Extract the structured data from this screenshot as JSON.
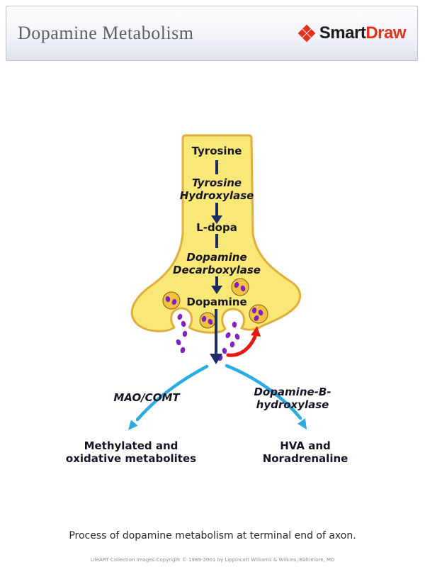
{
  "header": {
    "title": "Dopamine Metabolism",
    "logo": {
      "brand_black": "Smart",
      "brand_red": "Draw"
    }
  },
  "diagram": {
    "nodes": {
      "tyrosine": "Tyrosine",
      "tyrosine_hydroxylase": "Tyrosine\nHydroxylase",
      "l_dopa": "L-dopa",
      "dopamine_decarboxylase": "Dopamine\nDecarboxylase",
      "dopamine": "Dopamine"
    },
    "branches": {
      "left_enzyme": "MAO/COMT",
      "right_enzyme": "Dopamine-B-hydroxylase",
      "left_product": "Methylated and\noxidative metabolites",
      "right_product": "HVA and\nNoradrenaline"
    }
  },
  "caption": "Process of dopamine metabolism at terminal end of axon.",
  "footer": "LifeART Collection Images Copyright © 1989-2001 by Lippincott Williams & Wilkins, Baltimore, MD",
  "theme": {
    "axon_yellow": "#F9E876",
    "axon_border": "#DFAE3C",
    "vesicle_orange": "#F2C140",
    "vesicle_border": "#7A5C10",
    "molecule_purple": "#7E22C4",
    "arrow_navy": "#1B2E63",
    "arrow_cyan": "#2AABE2",
    "arrow_red": "#E41A12",
    "brand_dark": "#1C1C1C",
    "brand_red": "#E0321C",
    "title_gray": "#5C5F63"
  }
}
